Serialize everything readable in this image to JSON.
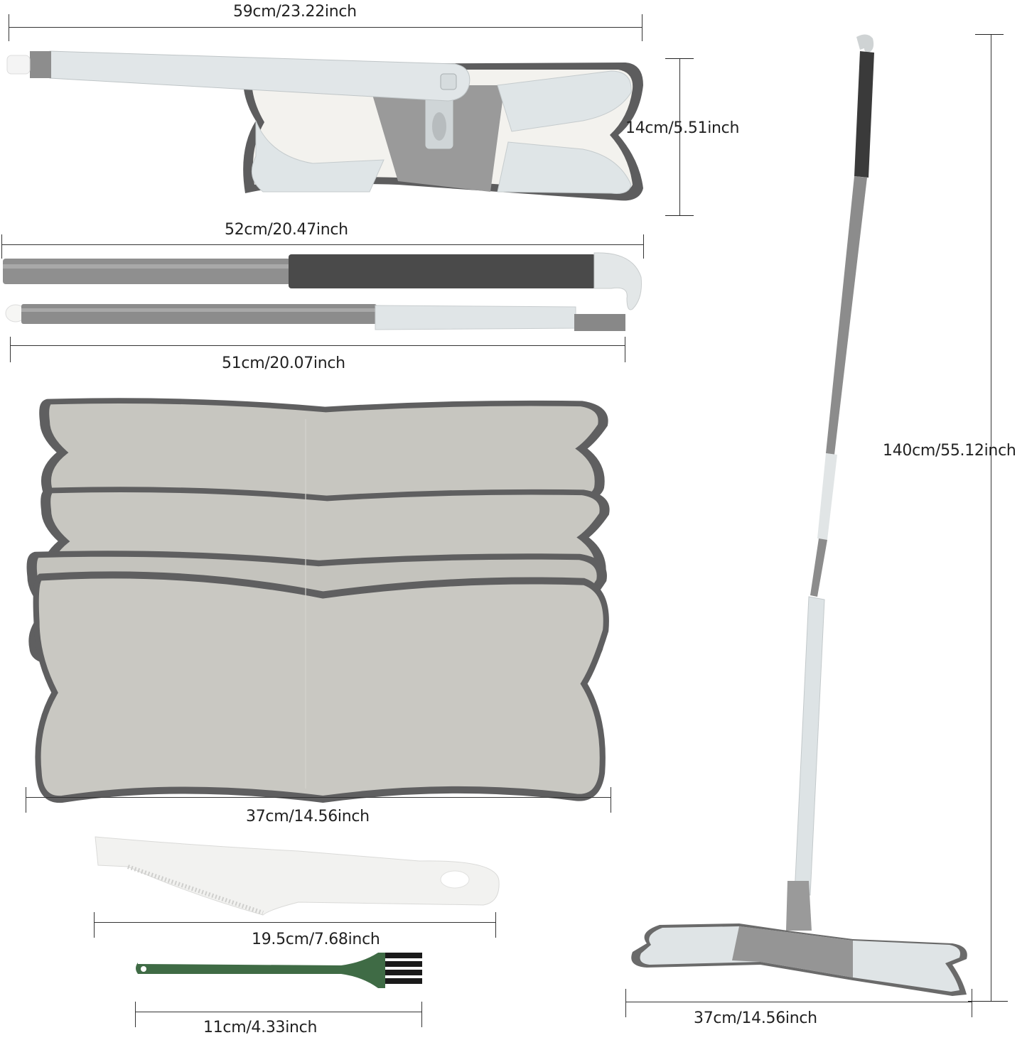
{
  "product": "X-type flat mop kit dimension diagram",
  "colors": {
    "background": "#ffffff",
    "mop_light": "#dde3e5",
    "mop_gray": "#8e8e8e",
    "mop_dark": "#4b4b4b",
    "pad_fill": "#c9c8c2",
    "pad_border": "#5f5f60",
    "brush_green": "#3f6b45",
    "brush_bristles": "#1a1a1a",
    "scraper_white": "#f2f2f0",
    "dimension_line": "#333333"
  },
  "components": [
    {
      "id": "mop_head_folded",
      "label": "59cm/23.22inch",
      "orientation": "horizontal"
    },
    {
      "id": "mop_head_height",
      "label": "14cm/5.51inch",
      "orientation": "vertical"
    },
    {
      "id": "upper_pole",
      "label": "52cm/20.47inch",
      "orientation": "horizontal"
    },
    {
      "id": "lower_pole",
      "label": "51cm/20.07inch",
      "orientation": "horizontal"
    },
    {
      "id": "mop_pads",
      "label": "37cm/14.56inch",
      "orientation": "horizontal",
      "count": 3
    },
    {
      "id": "scraper",
      "label": "19.5cm/7.68inch",
      "orientation": "horizontal"
    },
    {
      "id": "cleaning_brush",
      "label": "11cm/4.33inch",
      "orientation": "horizontal"
    },
    {
      "id": "assembled_mop_height",
      "label": "140cm/55.12inch",
      "orientation": "vertical"
    },
    {
      "id": "assembled_mop_width",
      "label": "37cm/14.56inch",
      "orientation": "horizontal"
    }
  ]
}
